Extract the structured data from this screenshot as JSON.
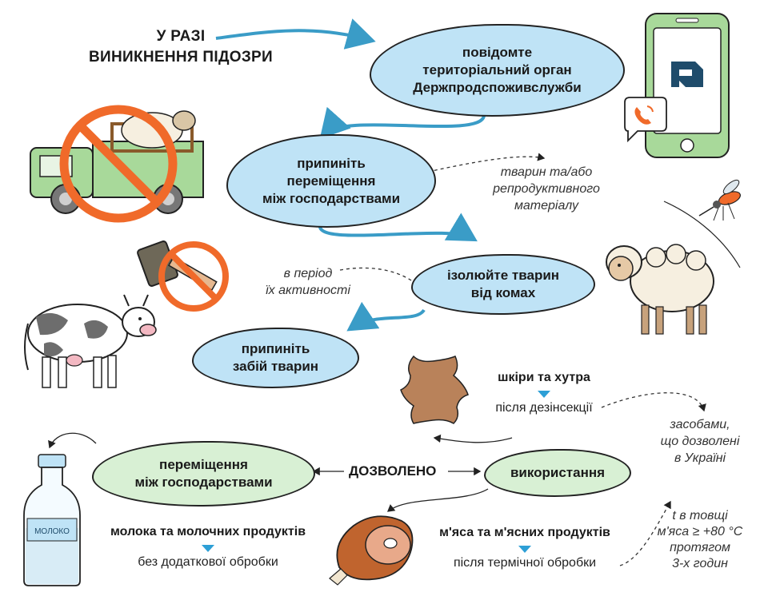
{
  "header": {
    "title": "У РАЗІ\nВИНИКНЕННЯ ПІДОЗРИ"
  },
  "steps": {
    "notify": "повідомте\nтериторіальний орган\nДержпродспоживслужби",
    "stop_movement": "припиніть\nпереміщення\nміж господарствами",
    "isolate": "ізолюйте тварин\nвід комах",
    "stop_slaughter": "припиніть\nзабій тварин"
  },
  "notes": {
    "animals_material": "тварин та/або\nрепродуктивного\nматеріалу",
    "activity_period": "в період\nїх активності",
    "approved_means": "засобами,\nщо дозволені\nв Україні",
    "meat_temp": "t в товщі\nм'яса ≥ +80 °С\nпротягом\n3-х годин"
  },
  "allowed": {
    "label": "ДОЗВОЛЕНО",
    "movement": "переміщення\nміж господарствами",
    "usage": "використання"
  },
  "products": {
    "skins_title": "шкіри та хутра",
    "skins_condition": "після дезінсекції",
    "milk_title": "молока та молочних продуктів",
    "milk_condition": "без додаткової обробки",
    "meat_title": "м'яса та м'ясних продуктів",
    "meat_condition": "після термічної обробки",
    "milk_bottle_label": "МОЛОКО"
  },
  "colors": {
    "blue_bubble": "#bfe3f6",
    "green_bubble": "#d8f0d4",
    "arrow_blue": "#3a9cc7",
    "marker_blue": "#2d9fd6",
    "prohibit_orange": "#f06a2a",
    "phone_green": "#a8d99a"
  },
  "icons": [
    "prohibited-truck-icon",
    "sheep-icon",
    "cow-icon",
    "prohibited-hammer-icon",
    "phone-icon",
    "phone-call-icon",
    "mosquito-icon",
    "leather-hide-icon",
    "milk-bottle-icon",
    "ham-icon"
  ]
}
